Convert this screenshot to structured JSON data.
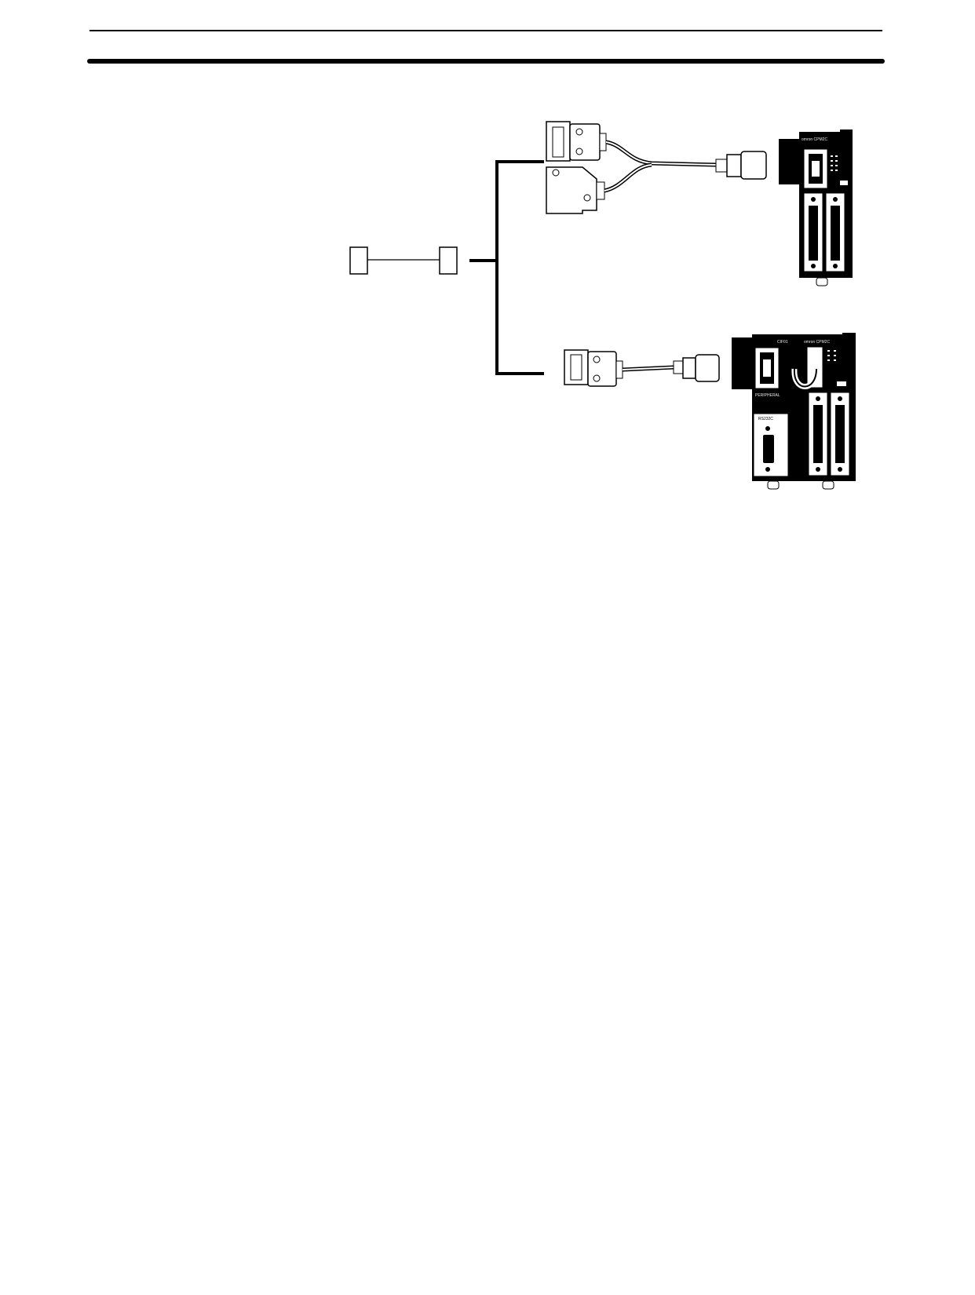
{
  "page": {
    "header": {
      "rule_top": "thin-rule",
      "rule_main": "thick-rule"
    }
  },
  "diagram": {
    "upper_unit": {
      "brand_label": "omron CPM2C"
    },
    "lower_unit": {
      "module_label": "CIF01",
      "port_label": "PERIPHERAL",
      "serial_label": "RS232C",
      "brand_label": "omron CPM2C"
    }
  },
  "colors": {
    "ink": "#000000",
    "paper": "#ffffff",
    "cable": "#444444"
  }
}
